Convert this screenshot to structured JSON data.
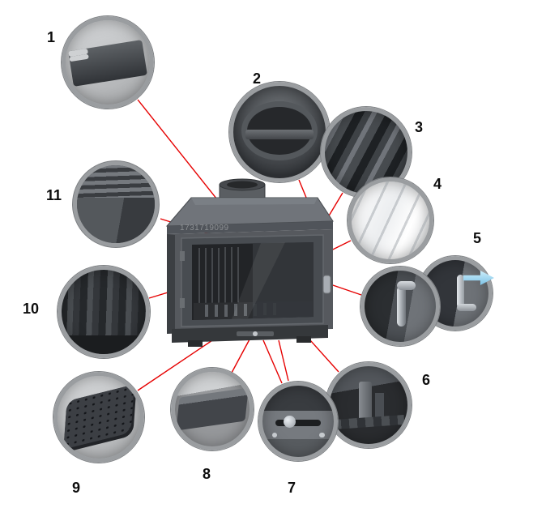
{
  "colors": {
    "connector_line": "#e60000",
    "arrow": "#8ecdeb"
  },
  "watermark": "1731719099",
  "callouts": [
    {
      "label": "1",
      "part": "top-baffle-bracket"
    },
    {
      "label": "2",
      "part": "flue-collar-damper"
    },
    {
      "label": "3",
      "part": "hood-panel-layers"
    },
    {
      "label": "4",
      "part": "door-glass"
    },
    {
      "label": "5",
      "part": "door-handle"
    },
    {
      "label": "6",
      "part": "firebox-corner-bracket"
    },
    {
      "label": "7",
      "part": "air-intake-slider"
    },
    {
      "label": "8",
      "part": "ash-shelf-panel"
    },
    {
      "label": "9",
      "part": "perforated-grate"
    },
    {
      "label": "10",
      "part": "firebox-side-liners"
    },
    {
      "label": "11",
      "part": "firebox-top-corner"
    }
  ]
}
